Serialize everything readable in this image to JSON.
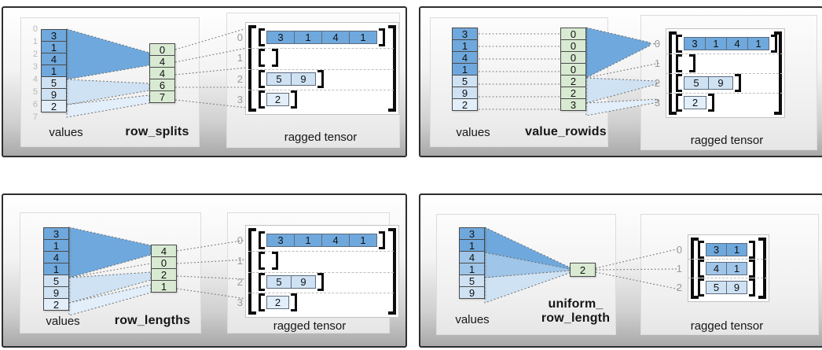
{
  "colors": {
    "blue_dark": "#6fa8dc",
    "blue_medium": "#9fc5e8",
    "blue_light": "#cfe2f3",
    "blue_faint": "#e2eefa",
    "green": "#d9ead3"
  },
  "quadrants": [
    {
      "method": "row_splits",
      "values_label": "values",
      "tensor_label": "ragged tensor",
      "values": [
        "3",
        "1",
        "4",
        "1",
        "5",
        "9",
        "2"
      ],
      "value_shades": [
        0,
        0,
        0,
        0,
        2,
        2,
        3
      ],
      "value_indices": [
        "0",
        "1",
        "2",
        "3",
        "4",
        "5",
        "6",
        "7"
      ],
      "encoding": [
        "0",
        "4",
        "4",
        "6",
        "7"
      ],
      "tensor_rows": [
        {
          "index": "0",
          "shade": 0,
          "cells": [
            "3",
            "1",
            "4",
            "1"
          ]
        },
        {
          "index": "1",
          "shade": 0,
          "cells": []
        },
        {
          "index": "2",
          "shade": 2,
          "cells": [
            "5",
            "9"
          ]
        },
        {
          "index": "3",
          "shade": 3,
          "cells": [
            "2"
          ]
        }
      ]
    },
    {
      "method": "value_rowids",
      "values_label": "values",
      "tensor_label": "ragged tensor",
      "values": [
        "3",
        "1",
        "4",
        "1",
        "5",
        "9",
        "2"
      ],
      "value_shades": [
        0,
        0,
        0,
        0,
        2,
        2,
        3
      ],
      "encoding": [
        "0",
        "0",
        "0",
        "0",
        "2",
        "2",
        "3"
      ],
      "tensor_rows": [
        {
          "index": "0",
          "shade": 0,
          "cells": [
            "3",
            "1",
            "4",
            "1"
          ]
        },
        {
          "index": "1",
          "shade": 0,
          "cells": []
        },
        {
          "index": "2",
          "shade": 2,
          "cells": [
            "5",
            "9"
          ]
        },
        {
          "index": "3",
          "shade": 3,
          "cells": [
            "2"
          ]
        }
      ]
    },
    {
      "method": "row_lengths",
      "values_label": "values",
      "tensor_label": "ragged tensor",
      "values": [
        "3",
        "1",
        "4",
        "1",
        "5",
        "9",
        "2"
      ],
      "value_shades": [
        0,
        0,
        0,
        0,
        2,
        2,
        3
      ],
      "encoding": [
        "4",
        "0",
        "2",
        "1"
      ],
      "tensor_rows": [
        {
          "index": "0",
          "shade": 0,
          "cells": [
            "3",
            "1",
            "4",
            "1"
          ]
        },
        {
          "index": "1",
          "shade": 0,
          "cells": []
        },
        {
          "index": "2",
          "shade": 2,
          "cells": [
            "5",
            "9"
          ]
        },
        {
          "index": "3",
          "shade": 3,
          "cells": [
            "2"
          ]
        }
      ]
    },
    {
      "method_lines": [
        "uniform_",
        "row_length"
      ],
      "values_label": "values",
      "tensor_label": "ragged tensor",
      "values": [
        "3",
        "1",
        "4",
        "1",
        "5",
        "9"
      ],
      "value_shades": [
        0,
        0,
        1,
        1,
        2,
        2
      ],
      "encoding": [
        "2"
      ],
      "tensor_rows": [
        {
          "index": "0",
          "shade": 0,
          "cells": [
            "3",
            "1"
          ]
        },
        {
          "index": "1",
          "shade": 1,
          "cells": [
            "4",
            "1"
          ]
        },
        {
          "index": "2",
          "shade": 2,
          "cells": [
            "5",
            "9"
          ]
        }
      ]
    }
  ]
}
